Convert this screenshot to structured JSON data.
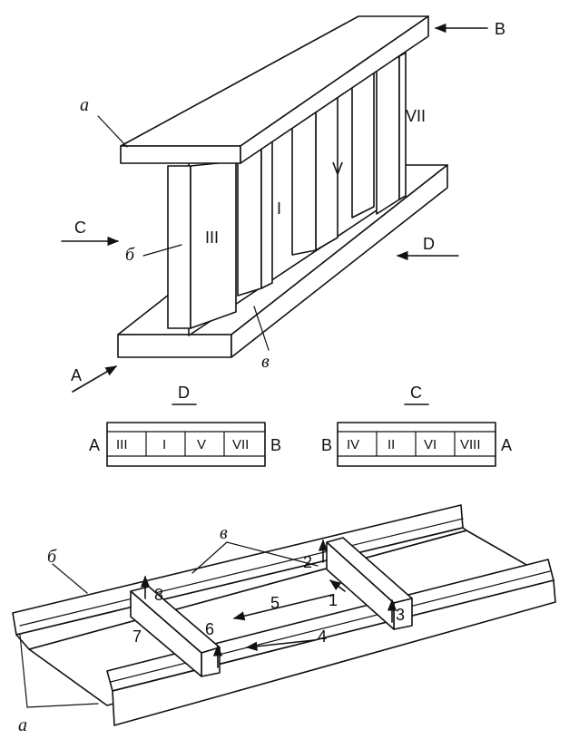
{
  "top_figure": {
    "label_a": "а",
    "label_b": "б",
    "label_v": "в",
    "stiffener_III": "III",
    "stiffener_I": "I",
    "stiffener_V": "V",
    "stiffener_VII": "VII",
    "arrow_A": "A",
    "arrow_B": "B",
    "arrow_C": "C",
    "arrow_D": "D"
  },
  "views": {
    "D": {
      "title": "D",
      "left": "A",
      "right": "B",
      "cells": [
        "III",
        "I",
        "V",
        "VII"
      ]
    },
    "C": {
      "title": "C",
      "left": "B",
      "right": "A",
      "cells": [
        "IV",
        "II",
        "VI",
        "VIII"
      ]
    }
  },
  "bottom_figure": {
    "label_a": "а",
    "label_b": "б",
    "label_v": "в",
    "steps": [
      "1",
      "2",
      "3",
      "4",
      "5",
      "6",
      "7",
      "8"
    ]
  }
}
